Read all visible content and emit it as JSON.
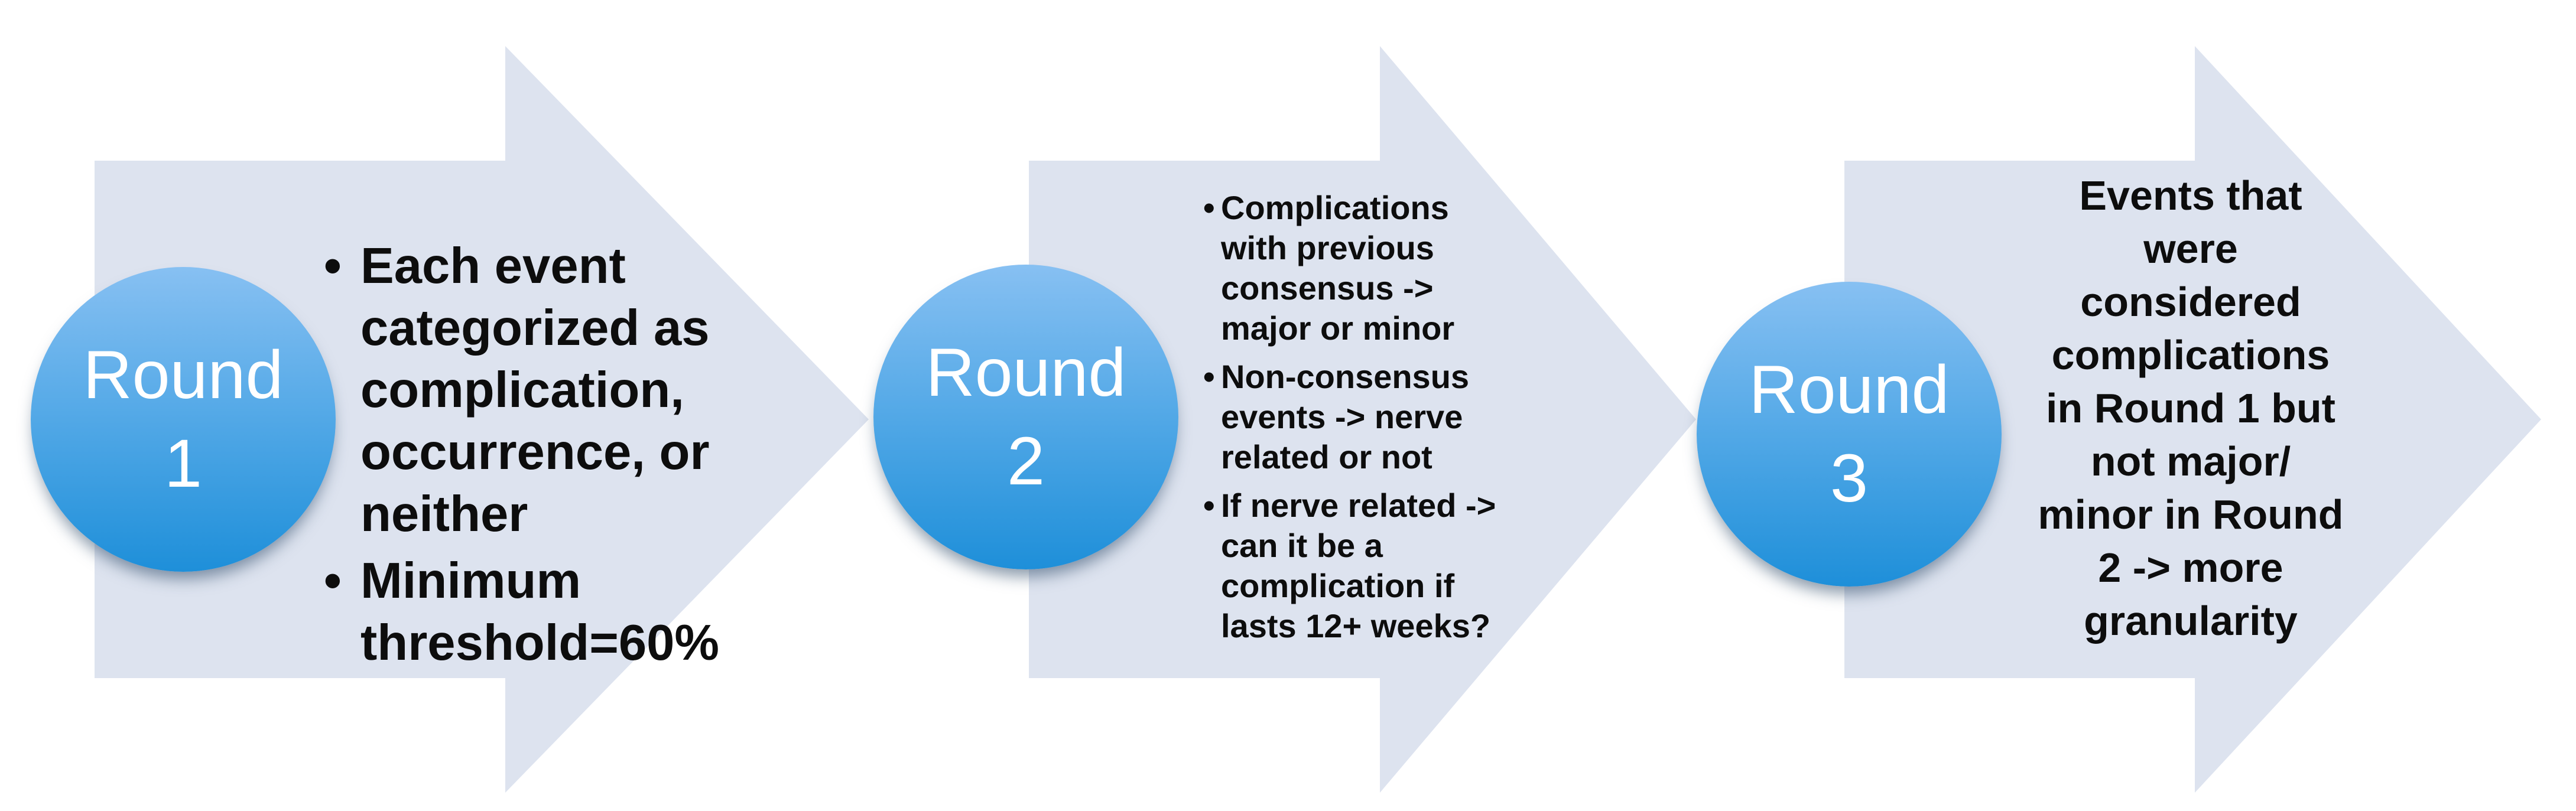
{
  "colors": {
    "background": "#ffffff",
    "arrow_fill": "#dde3ef",
    "circle_gradient_top": "#87c0f2",
    "circle_gradient_mid": "#54a9e7",
    "circle_gradient_bottom": "#1e8fd9",
    "circle_text": "#ffffff",
    "body_text": "#0d0d0d"
  },
  "steps": [
    {
      "circle": {
        "line1": "Round",
        "line2": "1"
      },
      "bullets": [
        {
          "marker": "•",
          "text": "Each event\ncategorized as\ncomplication,\noccurrence, or\nneither"
        },
        {
          "marker": "•",
          "text": "Minimum\nthreshold=60%"
        }
      ]
    },
    {
      "circle": {
        "line1": "Round",
        "line2": "2"
      },
      "bullets": [
        {
          "marker": "•",
          "text": "Complications\nwith previous\nconsensus ->\nmajor or minor"
        },
        {
          "marker": "•",
          "text": "Non-consensus\nevents -> nerve\nrelated or not"
        },
        {
          "marker": "•",
          "text": "If nerve related ->\ncan it be a\ncomplication if\nlasts 12+ weeks?"
        }
      ]
    },
    {
      "circle": {
        "line1": "Round",
        "line2": "3"
      },
      "paragraph": "Events that\nwere\nconsidered\ncomplications\nin Round 1 but\nnot major/\nminor in Round\n2 -> more\ngranularity"
    }
  ]
}
